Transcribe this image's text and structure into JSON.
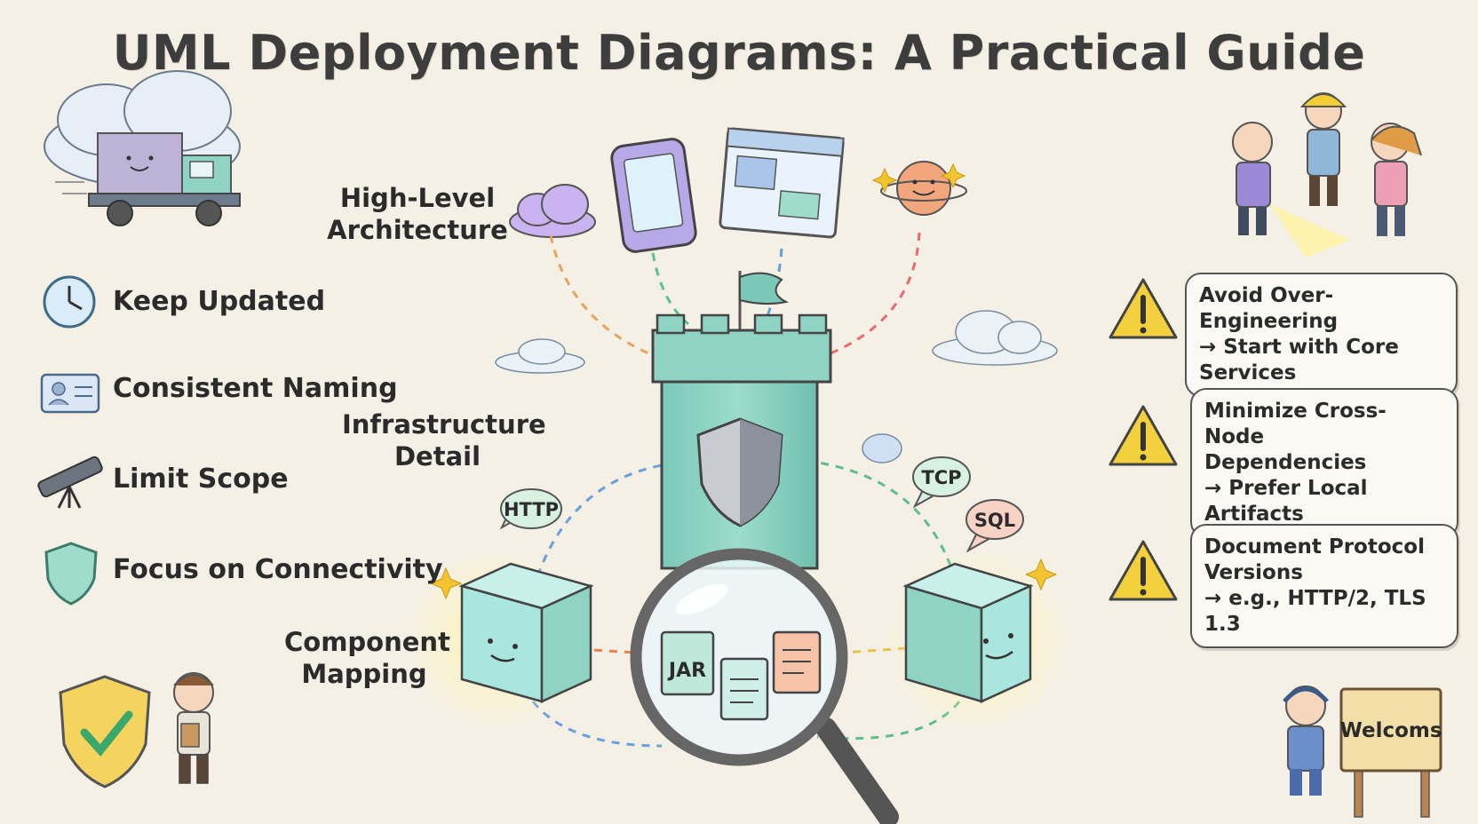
{
  "title": "UML Deployment Diagrams: A Practical Guide",
  "regions": {
    "high_level": "High-Level\nArchitecture",
    "infrastructure": "Infrastructure\nDetail",
    "component": "Component\nMapping"
  },
  "tips": [
    {
      "label": "Keep Updated",
      "icon": "clock-icon"
    },
    {
      "label": "Consistent Naming",
      "icon": "id-card-icon"
    },
    {
      "label": "Limit Scope",
      "icon": "telescope-icon"
    },
    {
      "label": "Focus on Connectivity",
      "icon": "shield-icon"
    }
  ],
  "warnings": [
    {
      "lines": [
        "Avoid Over-Engineering",
        "→ Start with Core Services"
      ]
    },
    {
      "lines": [
        "Minimize Cross-Node",
        "Dependencies",
        "→ Prefer Local Artifacts"
      ]
    },
    {
      "lines": [
        "Document Protocol",
        "Versions",
        "→ e.g., HTTP/2, TLS 1.3"
      ]
    }
  ],
  "protocols": {
    "http": "HTTP",
    "tcp": "TCP",
    "sql": "SQL"
  },
  "artifact_label": "JAR",
  "sign_text": "Welcoms",
  "colors": {
    "background": "#f5f0e6",
    "tower": "#8fd3c4",
    "cube": "#a9e6de",
    "warning": "#f4d03f",
    "cloud_purple": "#c9b3f0"
  }
}
